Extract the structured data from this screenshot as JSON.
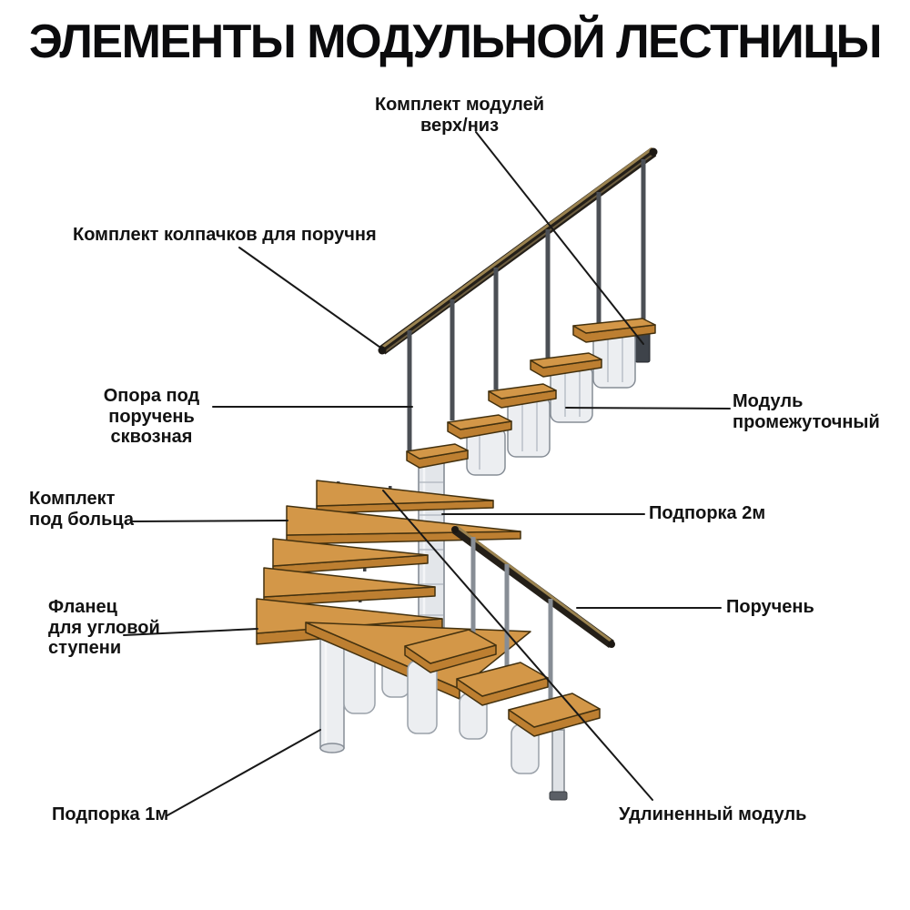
{
  "title": "ЭЛЕМЕНТЫ МОДУЛЬНОЙ ЛЕСТНИЦЫ",
  "diagram": {
    "subject": "modular staircase annotated illustration",
    "labels": {
      "kit_modules": {
        "text": "Комплект модулей\nверх/низ"
      },
      "caps_kit": {
        "text": "Комплект колпачков для поручня"
      },
      "handrail_support": {
        "text": "Опора под поручень\nсквозная"
      },
      "bolts_kit": {
        "text": "Комплект\nпод больца"
      },
      "flange": {
        "text": "Фланец\nдля угловой\nступени"
      },
      "support_1m": {
        "text": "Подпорка 1м"
      },
      "module_intermediate": {
        "text": "Модуль\nпромежуточный"
      },
      "support_2m": {
        "text": "Подпорка 2м"
      },
      "handrail": {
        "text": "Поручень"
      },
      "extended_module": {
        "text": "Удлиненный модуль"
      }
    }
  },
  "colors": {
    "background": "#ffffff",
    "text": "#121212",
    "leader_line": "#181818",
    "wood_top": "#d39748",
    "wood_front": "#bd7f31",
    "wood_outline": "#43310f",
    "metal_light": "#eceef1",
    "metal_mid": "#b6bcc4",
    "metal_stroke": "#868d96",
    "baluster_dark": "#4b4f55",
    "baluster_gray": "#878d95",
    "rail_dark": "#241f18",
    "rail_stripe": "#9b8350"
  }
}
